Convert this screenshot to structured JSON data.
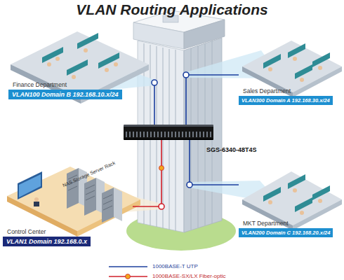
{
  "diagram": {
    "title": "VLAN Routing Applications",
    "nodes": [
      {
        "text": [
          "Finance Department",
          "VLAN100 Domain B 192.168.10.x/24"
        ]
      },
      {
        "text": [
          "Sales Department",
          "VLAN300 Domain A 192.168.30.x/24"
        ]
      },
      {
        "text": [
          "SGS-6340-48T4S"
        ]
      },
      {
        "text": [
          "Control Center",
          "VLAN1 Domain 192.168.0.x"
        ]
      },
      {
        "text": [
          "MKT Department",
          "VLAN200 Domain C 192.168.20.x/24"
        ]
      }
    ],
    "edges": [
      {
        "from": 2,
        "to": 0,
        "arrow": "none"
      },
      {
        "from": 2,
        "to": 1,
        "arrow": "none"
      },
      {
        "from": 2,
        "to": 4,
        "arrow": "none"
      },
      {
        "from": 2,
        "to": 3,
        "arrow": "none"
      }
    ],
    "labels": [
      "NAS Storage Server Rack"
    ],
    "legend": [
      {
        "text": "1000BASE-T UTP"
      },
      {
        "text": "1000BASE-SX/LX Fiber-optic"
      }
    ]
  }
}
